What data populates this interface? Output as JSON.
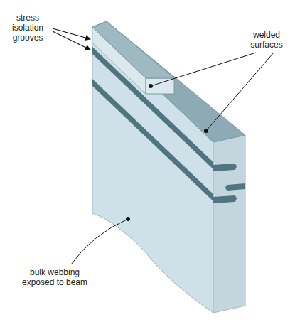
{
  "diagram": {
    "labels": [
      "stress isolation grooves",
      "welded surfaces",
      "bulk webbing exposed to beam"
    ]
  }
}
